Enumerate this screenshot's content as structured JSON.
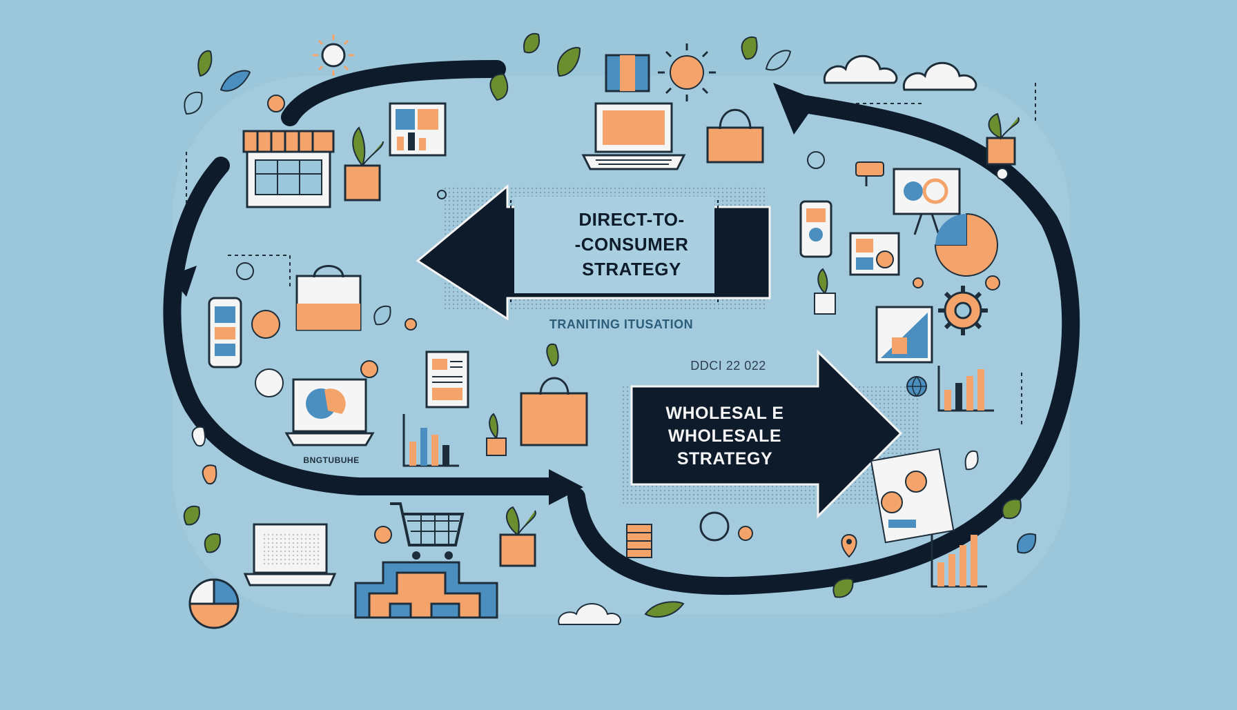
{
  "diagram": {
    "dtc_arrow": {
      "line1": "DIRECT-TO-",
      "line2": "-CONSUMER",
      "line3": "STRATEGY"
    },
    "wholesale_arrow": {
      "line1": "WHOLESAL E",
      "line2": "WHOLESALE",
      "line3": "STRATEGY"
    },
    "center_caption": "TRANITING ITUSATION",
    "date_label": "DDCI 22 022",
    "storefront_caption": "BNGTUBUHE"
  },
  "colors": {
    "background": "#9cc6d9",
    "panel": "#a9cfe0",
    "arrow": "#0d1b2a",
    "accent_orange": "#f4a46a",
    "accent_blue": "#4a8fbf",
    "leaf_green": "#6b8f2e",
    "ink": "#1d2d3a"
  },
  "icons": [
    "leaf-icon",
    "sun-icon",
    "laptop-icon",
    "storefront-icon",
    "shopping-bag-icon",
    "potted-plant-icon",
    "bar-chart-icon",
    "shopping-cart-icon",
    "cloud-icon",
    "gear-icon",
    "pie-chart-icon",
    "document-icon",
    "globe-icon",
    "smartphone-icon",
    "billboard-icon",
    "location-pin-icon",
    "coins-icon",
    "camera-icon"
  ]
}
